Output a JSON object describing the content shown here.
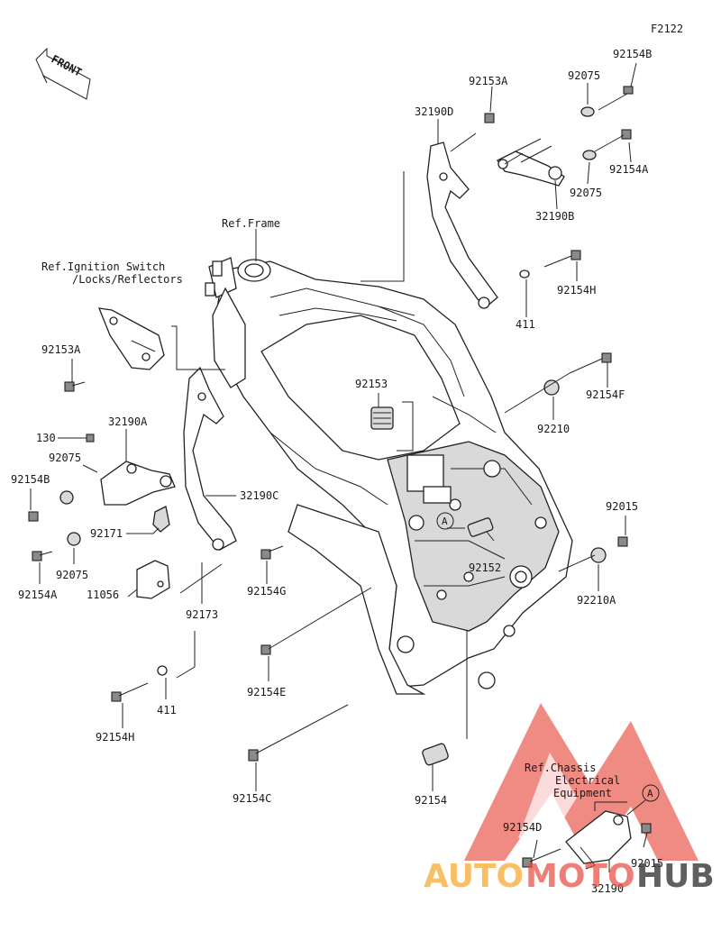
{
  "figure_code": "F2122",
  "front_label": "FRONT",
  "watermark": {
    "auto": "AUTO",
    "moto": "MOTO",
    "hub": "HUB",
    "colors": {
      "triangle": "#e8493f",
      "auto": "#f5a623",
      "moto": "#e8493f",
      "hub": "#444444"
    }
  },
  "refs": {
    "frame": "Ref.Frame",
    "ignition_1": "Ref.Ignition Switch",
    "ignition_2": "/Locks/Reflectors",
    "chassis_1": "Ref.Chassis",
    "chassis_2": "Electrical",
    "chassis_3": "Equipment"
  },
  "callout": "A",
  "labels": {
    "p92154B_top": "92154B",
    "p92075_top": "92075",
    "p92153A_top": "92153A",
    "p32190D": "32190D",
    "p92154A_right": "92154A",
    "p92075_mid": "92075",
    "p32190B": "32190B",
    "p92154H_right": "92154H",
    "p411_right": "411",
    "p92153A_left": "92153A",
    "p92153": "92153",
    "p92154F": "92154F",
    "p92210": "92210",
    "p130": "130",
    "p32190A": "32190A",
    "p92075_left1": "92075",
    "p92154B_left": "92154B",
    "p32190C": "32190C",
    "p92171": "92171",
    "p92075_left2": "92075",
    "p92154A_left": "92154A",
    "p11056": "11056",
    "p92154G": "92154G",
    "p92152": "92152",
    "p92015_right": "92015",
    "p92210A": "92210A",
    "p92173": "92173",
    "p92154E": "92154E",
    "p411_left": "411",
    "p92154H_left": "92154H",
    "p92154C": "92154C",
    "p92154": "92154",
    "p92154D": "92154D",
    "p92015_bottom": "92015",
    "p32190": "32190"
  }
}
